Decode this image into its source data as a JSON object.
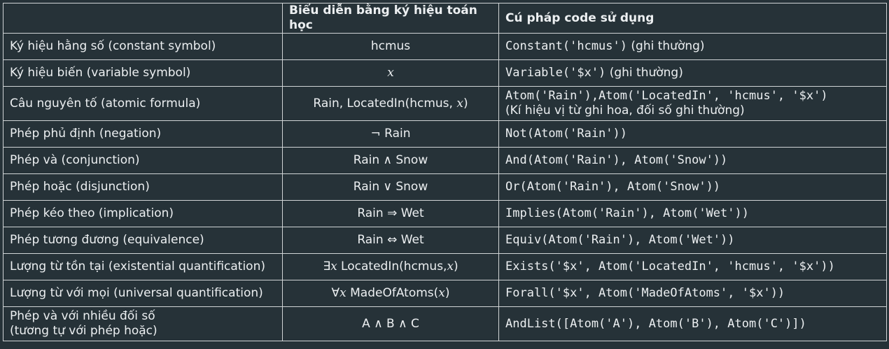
{
  "headers": [
    "",
    "Biểu diễn bằng ký hiệu toán học",
    "Cú pháp code sử dụng"
  ],
  "rows": [
    {
      "concept": "Ký hiệu hằng số (constant symbol)",
      "math": [
        "hcmus"
      ],
      "code": "Constant('hcmus')",
      "note": " (ghi thường)"
    },
    {
      "concept": "Ký hiệu biến (variable symbol)",
      "math": [
        "𝑥"
      ],
      "code": "Variable('$x')",
      "note": " (ghi thường)"
    },
    {
      "concept": "Câu nguyên tố (atomic formula)",
      "math": [
        "Rain, LocatedIn(hcmus, ",
        "𝑥",
        ")"
      ],
      "code": "Atom('Rain'),Atom('LocatedIn', 'hcmus', '$x')",
      "note": "(Kí hiệu vị từ ghi hoa, đối số ghi thường)"
    },
    {
      "concept": "Phép phủ định (negation)",
      "math": [
        "¬ Rain"
      ],
      "code": "Not(Atom('Rain'))",
      "note": ""
    },
    {
      "concept": "Phép và (conjunction)",
      "math": [
        "Rain ∧ Snow"
      ],
      "code": "And(Atom('Rain'), Atom('Snow'))",
      "note": ""
    },
    {
      "concept": "Phép hoặc (disjunction)",
      "math": [
        "Rain ∨ Snow"
      ],
      "code": "Or(Atom('Rain'), Atom('Snow'))",
      "note": ""
    },
    {
      "concept": "Phép kéo theo (implication)",
      "math": [
        "Rain ⇒ Wet"
      ],
      "code": "Implies(Atom('Rain'), Atom('Wet'))",
      "note": ""
    },
    {
      "concept": "Phép tương đương (equivalence)",
      "math": [
        "Rain ⇔ Wet"
      ],
      "code": "Equiv(Atom('Rain'), Atom('Wet'))",
      "note": ""
    },
    {
      "concept": "Lượng từ tồn tại (existential quantification)",
      "math": [
        "∃",
        "𝑥",
        " LocatedIn(hcmus,",
        "𝑥",
        ")"
      ],
      "code": "Exists('$x', Atom('LocatedIn', 'hcmus', '$x'))",
      "note": ""
    },
    {
      "concept": "Lượng từ với mọi (universal quantification)",
      "math": [
        "∀",
        "𝑥",
        " MadeOfAtoms(",
        "𝑥",
        ")"
      ],
      "code": "Forall('$x', Atom('MadeOfAtoms', '$x'))",
      "note": ""
    },
    {
      "concept_lines": [
        "Phép và với nhiều đối số",
        "(tương tự với phép hoặc)"
      ],
      "math": [
        "A ∧ B ∧ C"
      ],
      "code": "AndList([Atom('A'), Atom('B'), Atom('C')])",
      "note": ""
    }
  ]
}
